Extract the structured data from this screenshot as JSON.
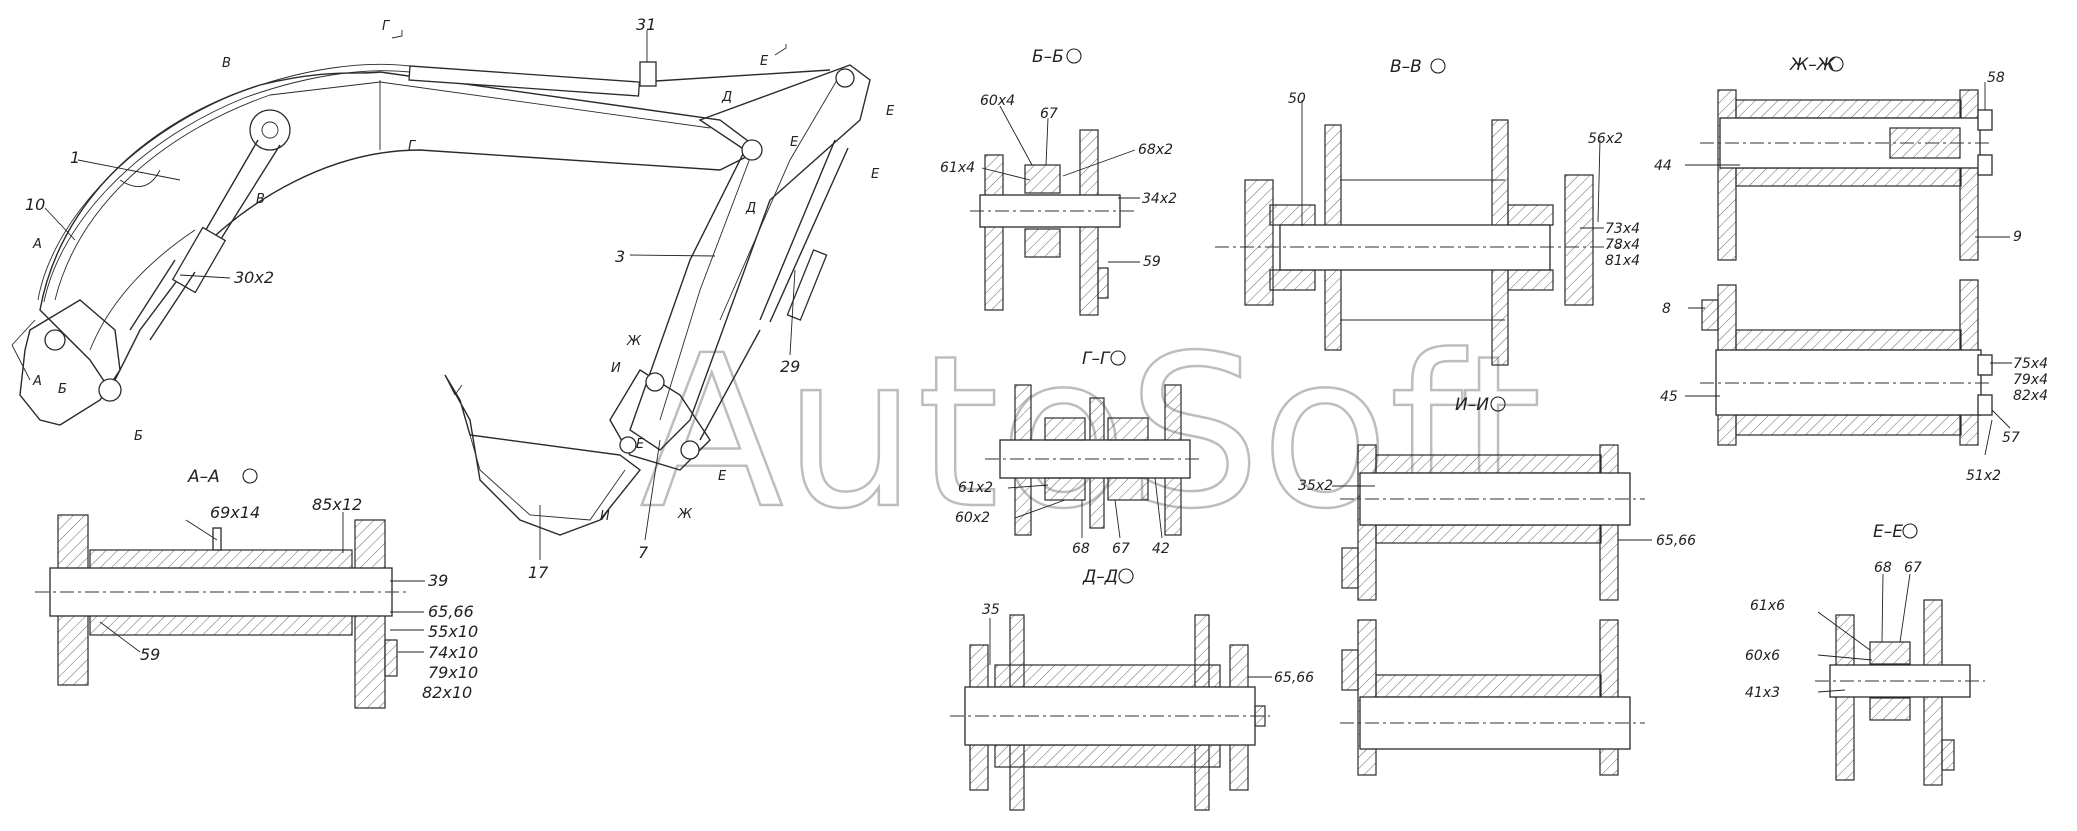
{
  "watermark": "AutoSoft",
  "arm": {
    "callouts": [
      "1",
      "10",
      "30x2",
      "31",
      "3",
      "29",
      "17",
      "7"
    ],
    "cut_marks": [
      "Г",
      "В",
      "В",
      "Е",
      "Д",
      "Е",
      "Е",
      "Г",
      "Е",
      "Д",
      "Ж",
      "И",
      "Е",
      "Е",
      "И",
      "Ж",
      "А",
      "А",
      "Б",
      "Б"
    ]
  },
  "views": {
    "aa": {
      "title": "А–А",
      "labels": [
        "69x14",
        "85x12",
        "39",
        "65,66",
        "55x10",
        "74x10",
        "79x10",
        "82x10",
        "59"
      ]
    },
    "bb": {
      "title": "Б–Б",
      "labels": [
        "60x4",
        "67",
        "68x2",
        "61x4",
        "34x2",
        "59"
      ]
    },
    "vv": {
      "title": "В–В",
      "labels": [
        "50",
        "56x2",
        "73x4",
        "78x4",
        "81x4"
      ]
    },
    "zhzh": {
      "title": "Ж–Ж",
      "labels": [
        "58",
        "44",
        "9",
        "8",
        "75x4",
        "79x4",
        "82x4",
        "45",
        "57",
        "51x2"
      ]
    },
    "gg": {
      "title": "Г–Г",
      "labels": [
        "61x2",
        "60x2",
        "68",
        "67",
        "42"
      ]
    },
    "ii": {
      "title": "И–И",
      "labels": [
        "35x2",
        "65,66"
      ]
    },
    "dd": {
      "title": "Д–Д",
      "labels": [
        "35",
        "65,66"
      ]
    },
    "ee": {
      "title": "Е–Е",
      "labels": [
        "68",
        "67",
        "61x6",
        "60x6",
        "41x3"
      ]
    }
  }
}
